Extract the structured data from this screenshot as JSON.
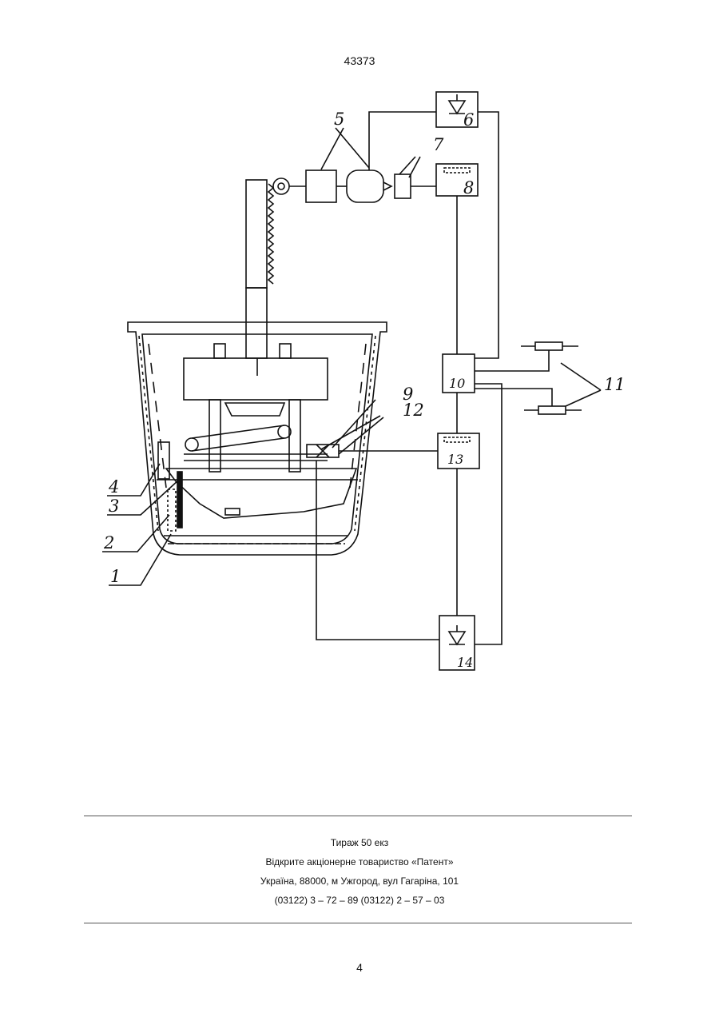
{
  "header": {
    "doc_number": "43373"
  },
  "figure": {
    "labels": {
      "l1": "1",
      "l2": "2",
      "l3": "3",
      "l4": "4",
      "l5": "5",
      "l6": "6",
      "l7": "7",
      "l8": "8",
      "l9": "9",
      "l10": "10",
      "l11": "11",
      "l12": "12",
      "l13": "13",
      "l14": "14"
    }
  },
  "footer": {
    "print_run": "Тираж 50 екз",
    "publisher": "Відкрите акціонерне товариство «Патент»",
    "address": "Україна, 88000, м  Ужгород, вул  Гагаріна, 101",
    "phones": "(03122) 3 – 72 – 89   (03122) 2 – 57 – 03"
  },
  "page": {
    "number": "4"
  }
}
